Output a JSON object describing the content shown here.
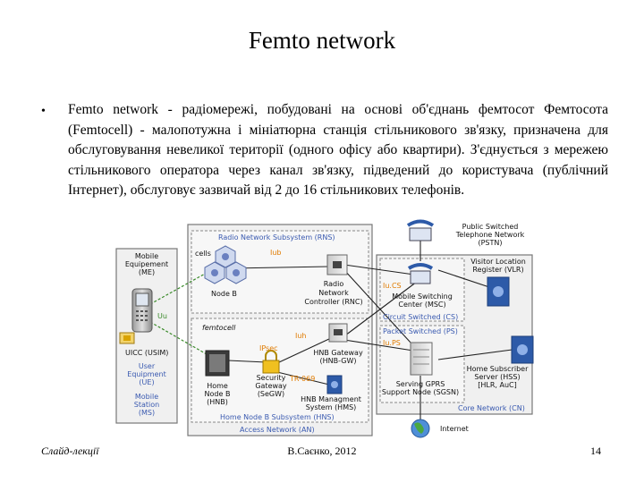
{
  "slide": {
    "title": "Femto network",
    "bullet_symbol": "•",
    "bullet_text": "Femto network - радіомережі, побудовані на основі об'єднань фемтосот Фемтосота (Femtocell) - малопотужна і мініатюрна станція стільникового зв'язку, призначена для обслуговування невеликої території (одного офісу або квартири). З'єднується з мережею стільникового оператора через канал зв'язку, підведений до користувача (публічний Інтернет), обслуговує зазвичай від 2 до 16 стільникових телефонів."
  },
  "diagram": {
    "rns_label": "Radio Network Subsystem (RNS)",
    "cells_label": "cells",
    "iub_label": "Iub",
    "node_b_label": "Node B",
    "rnc_label": [
      "Radio",
      "Network",
      "Controller (RNC)"
    ],
    "iucs_label": "Iu.CS",
    "iuh_label": "Iuh",
    "iups_label": "Iu.PS",
    "uu_label": "Uu",
    "femtocell_label": "femtocell",
    "ipsec_label": "IPsec",
    "tr069_label": "TR-069",
    "me_label": [
      "Mobile",
      "Equipement",
      "(ME)"
    ],
    "usim_label": "UICC (USIM)",
    "ue_label": [
      "User",
      "Equipment",
      "(UE)"
    ],
    "ms_label": [
      "Mobile",
      "Station",
      "(MS)"
    ],
    "hnb_label": [
      "Home",
      "Node B",
      "(HNB)"
    ],
    "segw_label": [
      "Security",
      "Gateway",
      "(SeGW)"
    ],
    "hnbgw_label": [
      "HNB Gateway",
      "(HNB-GW)"
    ],
    "hms_label": [
      "HNB Managment",
      "System (HMS)"
    ],
    "hns_label": "Home Node B Subsystem (HNS)",
    "an_label": "Access Network (AN)",
    "pstn_label": [
      "Public Switched",
      "Telephone Network",
      "(PSTN)"
    ],
    "vlr_label": [
      "Visitor Location",
      "Register (VLR)"
    ],
    "msc_label": [
      "Mobile Switching",
      "Center (MSC)"
    ],
    "cs_label": "Circuit Switched (CS)",
    "ps_label": "Packet Switched (PS)",
    "hss_label": [
      "Home Subscriber",
      "Server (HSS)",
      "[HLR, AuC]"
    ],
    "sgsn_label": [
      "Serving GPRS",
      "Support Node (SGSN)"
    ],
    "cn_label": "Core Network (CN)",
    "internet_label": "Internet",
    "colors": {
      "label_blue": "#3a5ab0",
      "iface_orange": "#e07b00",
      "link_green": "#3a8a2a",
      "box_grey": "#777777"
    }
  },
  "footer": {
    "left": "Слайд-лекції",
    "center": "В.Саєнко, 2012",
    "page": "14"
  }
}
